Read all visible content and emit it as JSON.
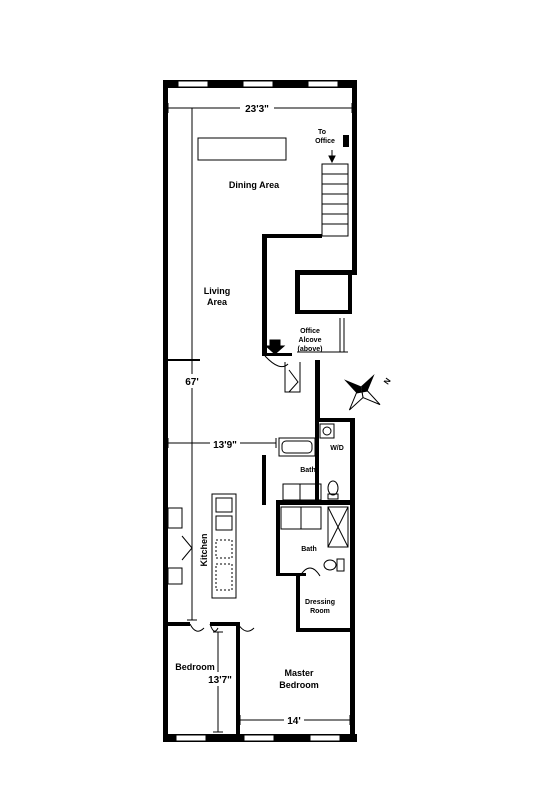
{
  "plan": {
    "wall_color": "#000000",
    "background": "#ffffff",
    "rooms": {
      "dining": "Dining Area",
      "living_1": "Living",
      "living_2": "Area",
      "kitchen": "Kitchen",
      "bath_upper": "Bath",
      "wd": "W/D",
      "bath_lower": "Bath",
      "dressing_1": "Dressing",
      "dressing_2": "Room",
      "bedroom": "Bedroom",
      "master_1": "Master",
      "master_2": "Bedroom",
      "office_1": "Office",
      "office_2": "Alcove",
      "office_3": "(above)",
      "to_office_1": "To",
      "to_office_2": "Office"
    },
    "dimensions": {
      "top_width": "23'3\"",
      "length": "67'",
      "mid_width": "13'9\"",
      "bedroom_depth": "13'7\"",
      "master_width": "14'"
    },
    "compass": {
      "label": "N",
      "icon": "compass-rose-icon"
    }
  }
}
